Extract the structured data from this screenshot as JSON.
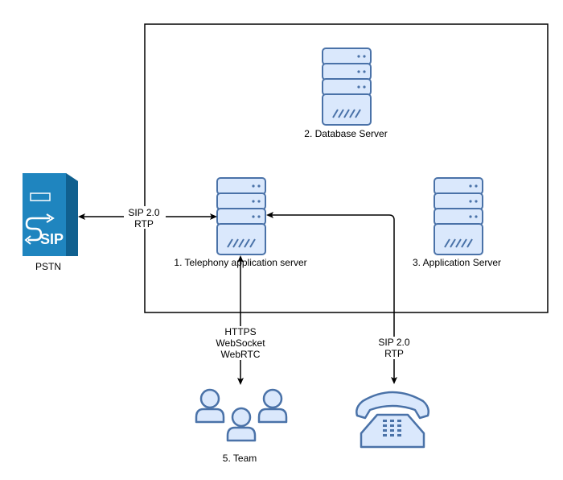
{
  "nodes": {
    "database_server": {
      "label": "2. Database Server"
    },
    "telephony_server": {
      "label": "1. Telephony application server"
    },
    "application_server": {
      "label": "3. Application Server"
    },
    "pstn": {
      "label": "PSTN",
      "icon_text": "SIP"
    },
    "team": {
      "label": "5.  Team"
    },
    "phone": {
      "label": ""
    }
  },
  "edges": {
    "pstn_link": {
      "line1": "SIP 2.0",
      "line2": "RTP"
    },
    "team_link": {
      "line1": "HTTPS",
      "line2": "WebSocket",
      "line3": "WebRTC"
    },
    "phone_link": {
      "line1": "SIP 2.0",
      "line2": "RTP"
    }
  },
  "colors": {
    "server_fill": "#dae8fc",
    "server_stroke": "#4a72a8",
    "pstn_fill": "#1f85bf",
    "pstn_dark": "#10608f",
    "line": "#000000"
  }
}
